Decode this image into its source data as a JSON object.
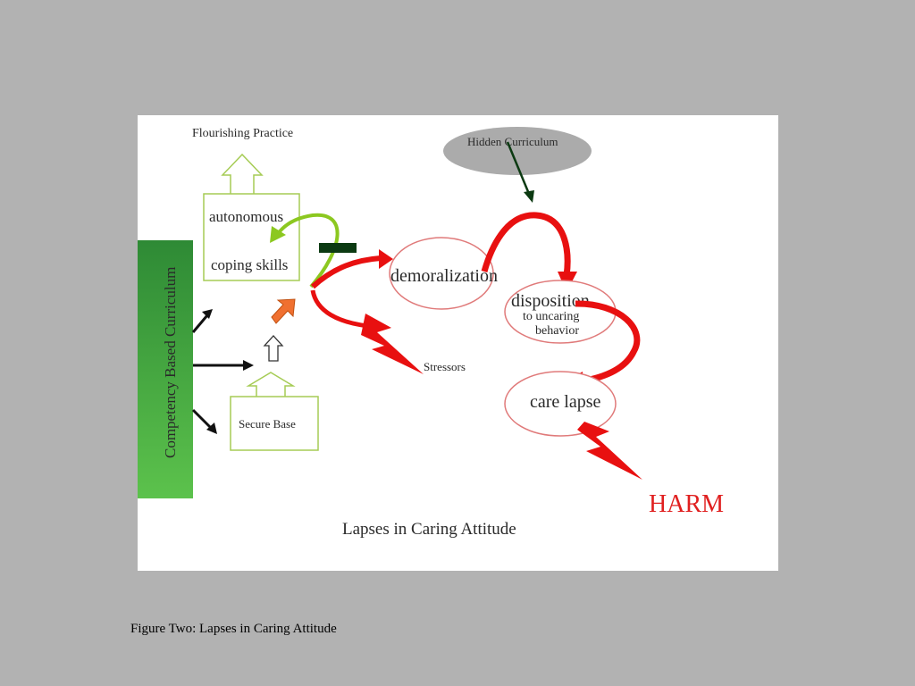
{
  "diagram": {
    "flourishing_practice": "Flourishing Practice",
    "hidden_curriculum": "Hidden Curriculum",
    "autonomous": "autonomous",
    "coping_skills": "coping skills",
    "demoralization": "demoralization",
    "disposition": "disposition",
    "to_uncaring": "to uncaring",
    "behavior": "behavior",
    "stressors": "Stressors",
    "care_lapse": "care lapse",
    "harm": "HARM",
    "secure_base": "Secure Base",
    "competency_curriculum": "Competency Based Curriculum",
    "title": "Lapses in Caring Attitude"
  },
  "caption": "Figure Two: Lapses in Caring Attitude",
  "colors": {
    "page_bg": "#b2b2b2",
    "box_outline": "#a6cc55",
    "oval_outline": "#e07a7a",
    "arrow_red": "#e81010",
    "green_bar": "#3fa040",
    "curve_green": "#8cc820",
    "harm_red": "#e02020",
    "oval_fill": "#ababab"
  }
}
